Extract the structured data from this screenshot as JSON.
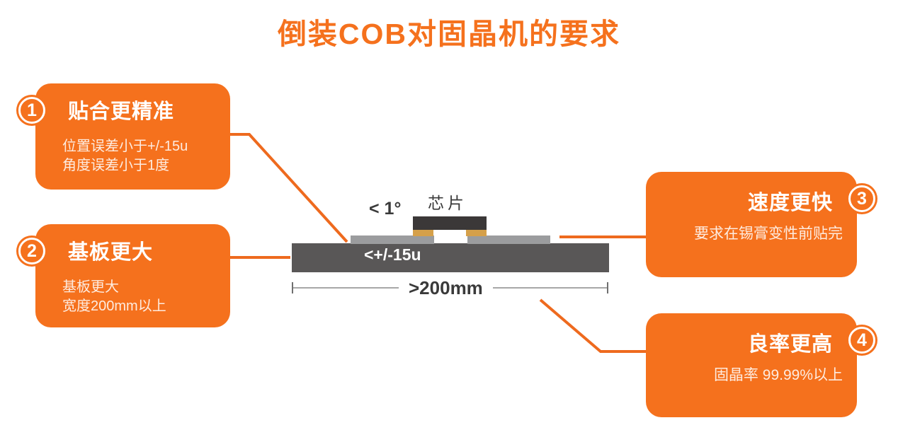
{
  "title": "倒装COB对固晶机的要求",
  "boxes": [
    {
      "number": "1",
      "title": "贴合更精准",
      "lines": [
        "位置误差小于+/-15u",
        "角度误差小于1度"
      ]
    },
    {
      "number": "2",
      "title": "基板更大",
      "lines": [
        "基板更大",
        "宽度200mm以上"
      ]
    },
    {
      "number": "3",
      "title": "速度更快",
      "lines": [
        "要求在锡膏变性前贴完"
      ]
    },
    {
      "number": "4",
      "title": "良率更高",
      "lines": [
        "固晶率 99.99%以上"
      ]
    }
  ],
  "diagram": {
    "chip_label": "芯片",
    "angle_label": "< 1°",
    "offset_label": "<+/-15u",
    "width_label": ">200mm"
  },
  "colors": {
    "accent_orange": "#F5711D",
    "connector_orange": "#EE6A1E",
    "substrate_gray": "#595757",
    "pad_gray": "#9B9C9E",
    "chip_black": "#3B3838",
    "bump_gold": "#D5A04A",
    "label_dark": "#3A3A3A"
  }
}
